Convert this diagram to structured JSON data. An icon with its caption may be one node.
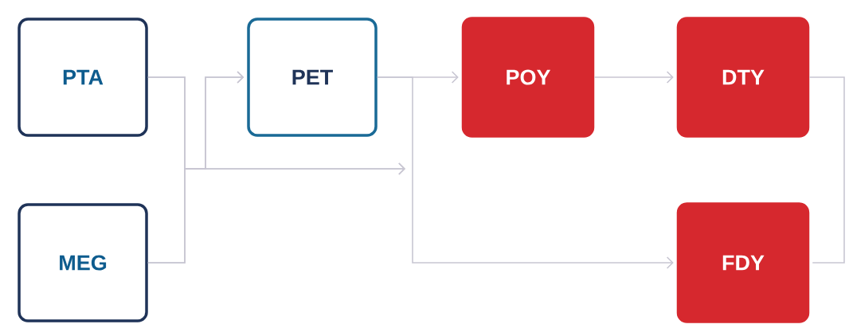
{
  "diagram": {
    "nodes": [
      {
        "text": [
          "PTA"
        ]
      },
      {
        "text": [
          "MEG"
        ]
      },
      {
        "text": [
          "PET"
        ]
      },
      {
        "text": [
          "POY"
        ]
      },
      {
        "text": [
          "DTY"
        ]
      },
      {
        "text": [
          "FDY"
        ]
      }
    ],
    "edges": [
      {
        "from": 0,
        "to": 2,
        "arrow": "to"
      },
      {
        "from": 1,
        "to": 2,
        "arrow": "to"
      },
      {
        "from": 0,
        "to": null,
        "arrow": "to"
      },
      {
        "from": 1,
        "to": null,
        "arrow": "to"
      },
      {
        "from": 2,
        "to": 3,
        "arrow": "to"
      },
      {
        "from": 2,
        "to": 5,
        "arrow": "to"
      },
      {
        "from": 3,
        "to": 4,
        "arrow": "to"
      },
      {
        "from": 4,
        "to": 5,
        "arrow": "none"
      }
    ]
  }
}
